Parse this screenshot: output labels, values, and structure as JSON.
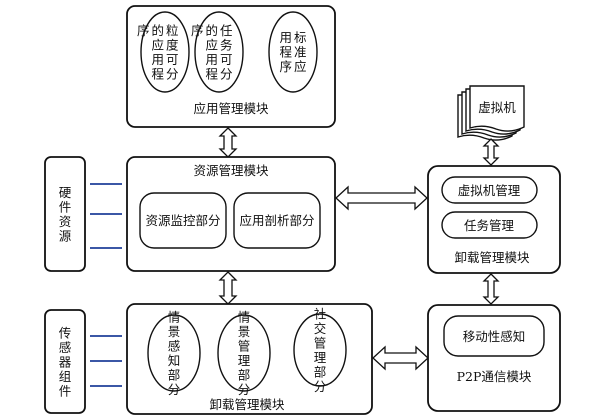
{
  "modules": {
    "app_mgmt": {
      "label": "应用管理模块",
      "apps": [
        "粒度可分的应用程序",
        "任务可分的应用程序",
        "标准应用程序"
      ]
    },
    "resource_mgmt": {
      "label": "资源管理模块",
      "parts": [
        "资源监控部分",
        "应用剖析部分"
      ]
    },
    "offload_mgmt_top": {
      "label": "卸载管理模块",
      "parts": [
        "虚拟机管理",
        "任务管理"
      ]
    },
    "offload_mgmt_bottom": {
      "label": "卸载管理模块",
      "parts": [
        "情景感知部分",
        "情景管理部分",
        "社交管理部分"
      ]
    },
    "p2p": {
      "label": "P2P通信模块",
      "part": "移动性感知"
    },
    "vm": {
      "label": "虚拟机"
    },
    "hardware": {
      "label": "硬件资源"
    },
    "sensor": {
      "label": "传感器组件"
    }
  }
}
